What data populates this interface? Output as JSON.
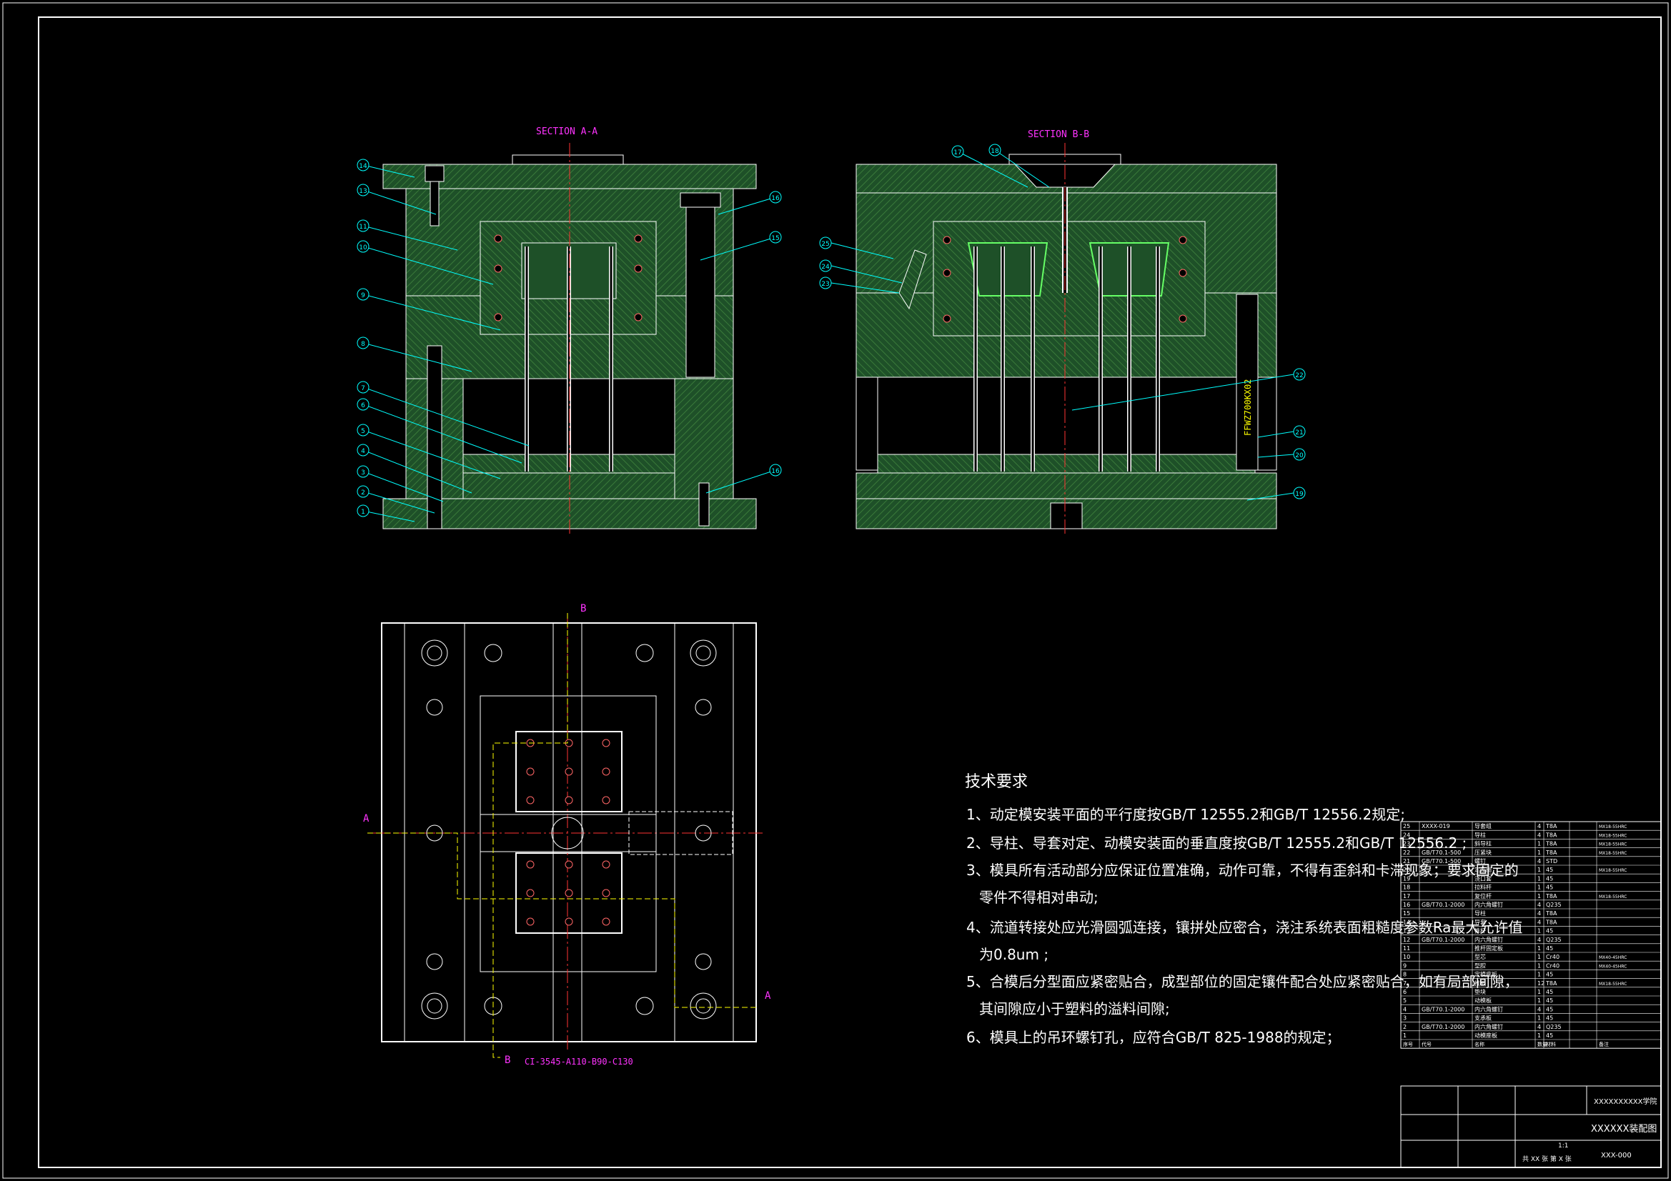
{
  "section_a_title": "SECTION A-A",
  "section_b_title": "SECTION B-B",
  "mold_base_label": "CI-3545-A110-B90-C130",
  "vertical_label": "FFWZ700KX02",
  "cut_label_a": "A",
  "cut_label_b": "B",
  "balloons_a": [
    "14",
    "13",
    "11",
    "10",
    "9",
    "8",
    "7",
    "6",
    "5",
    "4",
    "3",
    "2",
    "1",
    "16",
    "15",
    "16"
  ],
  "balloons_b": [
    "17",
    "18",
    "25",
    "24",
    "23",
    "22",
    "21",
    "20",
    "19"
  ],
  "tech_requirements": {
    "title": "技术要求",
    "items": [
      "1、动定模安装平面的平行度按GB/T 12555.2和GB/T 12556.2规定;",
      "2、导柱、导套对定、动模安装面的垂直度按GB/T 12555.2和GB/T 12556.2 ;",
      "3、模具所有活动部分应保证位置准确，动作可靠，不得有歪斜和卡滞现象；要求固定的",
      "零件不得相对串动;",
      "4、流道转接处应光滑圆弧连接，镶拼处应密合，浇注系统表面粗糙度参数Ra最大允许值",
      "为0.8um ;",
      "5、合模后分型面应紧密贴合，成型部位的固定镶件配合处应紧密贴合，如有局部间隙，",
      "其间隙应小于塑料的溢料间隙;",
      "6、模具上的吊环螺钉孔，应符合GB/T 825-1988的规定；"
    ]
  },
  "bom": [
    {
      "no": "25",
      "code": "XXXX-019",
      "name": "导套组",
      "qty": "4",
      "mat": "T8A",
      "note": "MX18-55HRC"
    },
    {
      "no": "24",
      "code": "",
      "name": "导柱",
      "qty": "4",
      "mat": "T8A",
      "note": "MX18-55HRC"
    },
    {
      "no": "23",
      "code": "",
      "name": "斜导柱",
      "qty": "1",
      "mat": "T8A",
      "note": "MX18-55HRC"
    },
    {
      "no": "22",
      "code": "GB/T70.1-500",
      "name": "压紧块",
      "qty": "1",
      "mat": "T8A",
      "note": "MX18-55HRC"
    },
    {
      "no": "21",
      "code": "GB/T70.1-500",
      "name": "螺钉",
      "qty": "4",
      "mat": "STD",
      "note": ""
    },
    {
      "no": "20",
      "code": "",
      "name": "定位圈",
      "qty": "1",
      "mat": "45",
      "note": "MX18-55HRC"
    },
    {
      "no": "19",
      "code": "",
      "name": "浇口套",
      "qty": "1",
      "mat": "45",
      "note": ""
    },
    {
      "no": "18",
      "code": "",
      "name": "拉料杆",
      "qty": "1",
      "mat": "45",
      "note": ""
    },
    {
      "no": "17",
      "code": "",
      "name": "复位杆",
      "qty": "1",
      "mat": "T8A",
      "note": "MX18-55HRC"
    },
    {
      "no": "16",
      "code": "GB/T70.1-2000",
      "name": "内六角螺钉",
      "qty": "4",
      "mat": "Q235",
      "note": ""
    },
    {
      "no": "15",
      "code": "",
      "name": "导柱",
      "qty": "4",
      "mat": "T8A",
      "note": ""
    },
    {
      "no": "14",
      "code": "",
      "name": "导套",
      "qty": "4",
      "mat": "T8A",
      "note": ""
    },
    {
      "no": "13",
      "code": "",
      "name": "推杆",
      "qty": "1",
      "mat": "45",
      "note": ""
    },
    {
      "no": "12",
      "code": "GB/T70.1-2000",
      "name": "内六角螺钉",
      "qty": "4",
      "mat": "Q235",
      "note": ""
    },
    {
      "no": "11",
      "code": "",
      "name": "推杆固定板",
      "qty": "1",
      "mat": "45",
      "note": ""
    },
    {
      "no": "10",
      "code": "",
      "name": "型芯",
      "qty": "1",
      "mat": "Cr40",
      "note": "MX40-45HRC"
    },
    {
      "no": "9",
      "code": "",
      "name": "型腔",
      "qty": "1",
      "mat": "Cr40",
      "note": "MX40-45HRC"
    },
    {
      "no": "8",
      "code": "",
      "name": "定模座板",
      "qty": "1",
      "mat": "45",
      "note": ""
    },
    {
      "no": "7",
      "code": "",
      "name": "推板",
      "qty": "12",
      "mat": "T8A",
      "note": "MX18-55HRC"
    },
    {
      "no": "6",
      "code": "",
      "name": "垫块",
      "qty": "1",
      "mat": "45",
      "note": ""
    },
    {
      "no": "5",
      "code": "",
      "name": "动模板",
      "qty": "1",
      "mat": "45",
      "note": ""
    },
    {
      "no": "4",
      "code": "GB/T70.1-2000",
      "name": "内六角螺钉",
      "qty": "4",
      "mat": "45",
      "note": ""
    },
    {
      "no": "3",
      "code": "",
      "name": "支承板",
      "qty": "1",
      "mat": "45",
      "note": ""
    },
    {
      "no": "2",
      "code": "GB/T70.1-2000",
      "name": "内六角螺钉",
      "qty": "4",
      "mat": "Q235",
      "note": ""
    },
    {
      "no": "1",
      "code": "",
      "name": "动模座板",
      "qty": "1",
      "mat": "45",
      "note": ""
    }
  ],
  "bom_header": {
    "no": "序号",
    "code": "代号",
    "name": "名称",
    "qty": "数量",
    "mat": "材料",
    "note": "备注"
  },
  "title_block": {
    "school": "XXXXXXXXXX学院",
    "drawing_name": "XXXXXX装配图",
    "drawing_no": "XXX-000",
    "sheet": "共 XX 张   第 X 张",
    "scale": "1:1"
  },
  "colors": {
    "plate": "#1e5028",
    "hatch": "#3a7a3a",
    "outline": "#ffffff",
    "center": "#ff3333",
    "leader": "#00ffff",
    "magenta": "#ff33ff",
    "yellow": "#ffff00"
  }
}
